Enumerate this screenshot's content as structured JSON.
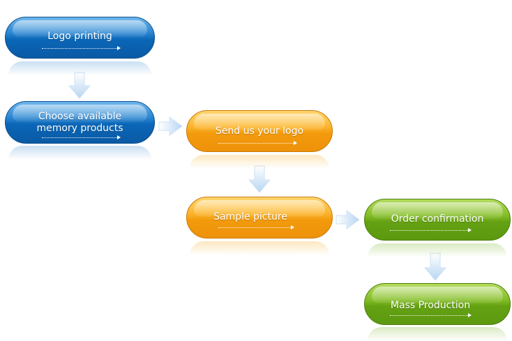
{
  "steps": [
    {
      "id": "logo-printing",
      "label": "Logo printing",
      "color": "#1b76c6"
    },
    {
      "id": "choose-products",
      "label": "Choose available\nmemory products",
      "color": "#1b76c6"
    },
    {
      "id": "send-logo",
      "label": "Send us your logo",
      "color": "#f5a315"
    },
    {
      "id": "sample-picture",
      "label": "Sample picture",
      "color": "#f5a315"
    },
    {
      "id": "order-confirmation",
      "label": "Order confirmation",
      "color": "#72ae1b"
    },
    {
      "id": "mass-production",
      "label": "Mass Production",
      "color": "#72ae1b"
    }
  ],
  "connector_color": "#b7d6f2"
}
